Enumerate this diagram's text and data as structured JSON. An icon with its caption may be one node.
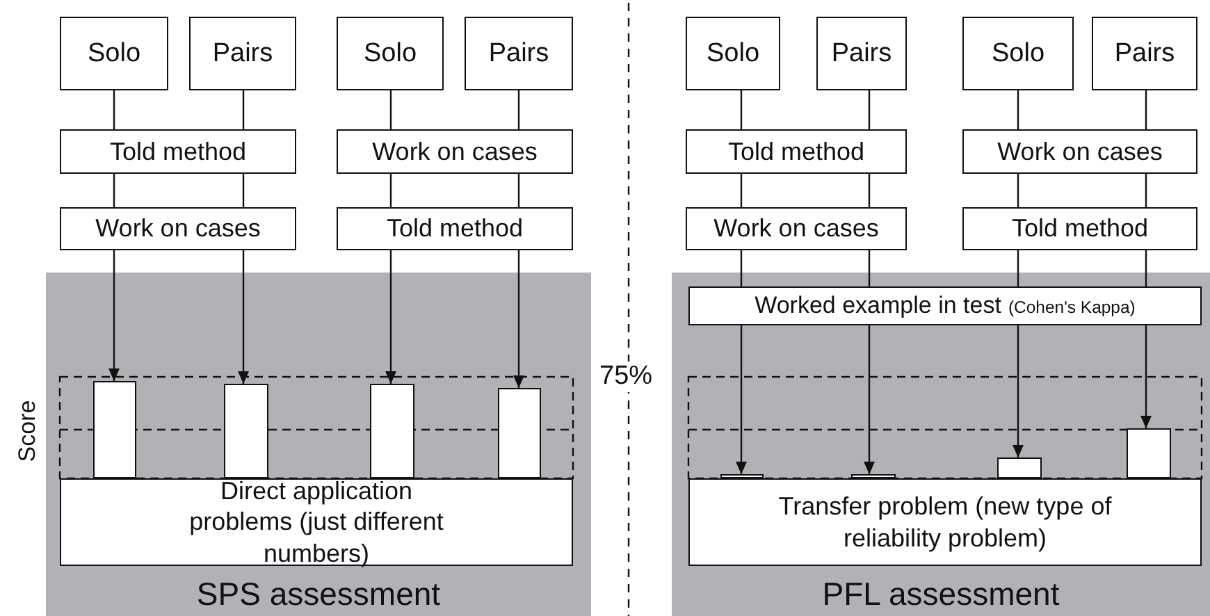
{
  "diagram": {
    "nodes": [
      {
        "text": [
          "Solo"
        ]
      },
      {
        "text": [
          "Pairs"
        ]
      },
      {
        "text": [
          "Solo"
        ]
      },
      {
        "text": [
          "Pairs"
        ]
      },
      {
        "text": [
          "Told method"
        ]
      },
      {
        "text": [
          "Work on cases"
        ]
      },
      {
        "text": [
          "Work on cases"
        ]
      },
      {
        "text": [
          "Told method"
        ]
      },
      {
        "text": [
          "Solo"
        ]
      },
      {
        "text": [
          "Pairs"
        ]
      },
      {
        "text": [
          "Solo"
        ]
      },
      {
        "text": [
          "Pairs"
        ]
      },
      {
        "text": [
          "Told method"
        ]
      },
      {
        "text": [
          "Work on cases"
        ]
      },
      {
        "text": [
          "Work on cases"
        ]
      },
      {
        "text": [
          "Told method"
        ]
      },
      {
        "text": [
          "SPS assessment"
        ]
      },
      {
        "text": [],
        "shape": "bar",
        "in": 16
      },
      {
        "text": [],
        "shape": "bar",
        "in": 16
      },
      {
        "text": [],
        "shape": "bar",
        "in": 16
      },
      {
        "text": [],
        "shape": "bar",
        "in": 16
      },
      {
        "text": [
          "Direct application problems (just different numbers)"
        ],
        "in": 16
      },
      {
        "text": [
          "PFL assessment"
        ]
      },
      {
        "text": [
          "Worked example in test",
          "(Cohen's Kappa)"
        ],
        "in": 22
      },
      {
        "text": [],
        "shape": "bar",
        "in": 22
      },
      {
        "text": [],
        "shape": "bar",
        "in": 22
      },
      {
        "text": [],
        "shape": "bar",
        "in": 22
      },
      {
        "text": [],
        "shape": "bar",
        "in": 22
      },
      {
        "text": [
          "Transfer problem (new type of reliability problem)"
        ],
        "in": 22
      }
    ],
    "edges": [
      {
        "from": 0,
        "to": 4,
        "arrow": "none"
      },
      {
        "from": 1,
        "to": 4,
        "arrow": "none"
      },
      {
        "from": 2,
        "to": 5,
        "arrow": "none"
      },
      {
        "from": 3,
        "to": 5,
        "arrow": "none"
      },
      {
        "from": 4,
        "to": 6,
        "arrow": "none"
      },
      {
        "from": 4,
        "to": 6,
        "arrow": "none"
      },
      {
        "from": 5,
        "to": 7,
        "arrow": "none"
      },
      {
        "from": 5,
        "to": 7,
        "arrow": "none"
      },
      {
        "from": 6,
        "to": 17,
        "arrow": "to"
      },
      {
        "from": 6,
        "to": 18,
        "arrow": "to"
      },
      {
        "from": 7,
        "to": 19,
        "arrow": "to"
      },
      {
        "from": 7,
        "to": 20,
        "arrow": "to"
      },
      {
        "from": 8,
        "to": 12,
        "arrow": "none"
      },
      {
        "from": 9,
        "to": 12,
        "arrow": "none"
      },
      {
        "from": 10,
        "to": 13,
        "arrow": "none"
      },
      {
        "from": 11,
        "to": 13,
        "arrow": "none"
      },
      {
        "from": 12,
        "to": 14,
        "arrow": "none"
      },
      {
        "from": 12,
        "to": 14,
        "arrow": "none"
      },
      {
        "from": 13,
        "to": 15,
        "arrow": "none"
      },
      {
        "from": 13,
        "to": 15,
        "arrow": "none"
      },
      {
        "from": 14,
        "to": 23,
        "arrow": "none"
      },
      {
        "from": 14,
        "to": 23,
        "arrow": "none"
      },
      {
        "from": 15,
        "to": 23,
        "arrow": "none"
      },
      {
        "from": 15,
        "to": 23,
        "arrow": "none"
      },
      {
        "from": 23,
        "to": 24,
        "arrow": "to"
      },
      {
        "from": 23,
        "to": 25,
        "arrow": "to"
      },
      {
        "from": 23,
        "to": 26,
        "arrow": "to"
      },
      {
        "from": 23,
        "to": 27,
        "arrow": "to"
      }
    ],
    "labels": [
      "75%",
      "Score"
    ]
  }
}
